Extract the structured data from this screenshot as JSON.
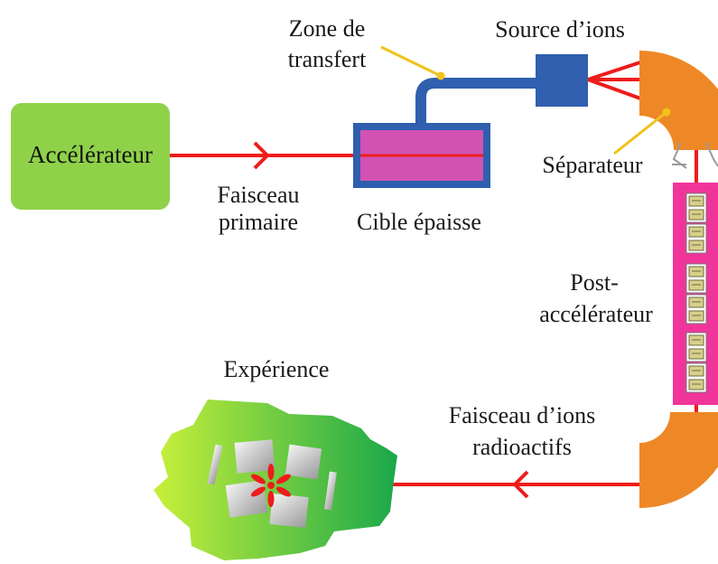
{
  "labels": {
    "accelerator": "Accélérateur",
    "primary_beam_line1": "Faisceau",
    "primary_beam_line2": "primaire",
    "thick_target": "Cible épaisse",
    "transfer_zone_line1": "Zone de",
    "transfer_zone_line2": "transfert",
    "ion_source": "Source d’ions",
    "separator": "Séparateur",
    "post_accel_line1": "Post-",
    "post_accel_line2": "accélérateur",
    "experiment": "Expérience",
    "radioactive_beam_line1": "Faisceau d’ions",
    "radioactive_beam_line2": "radioactifs"
  },
  "colors": {
    "beam": "#ee1c1c",
    "accelerator": "#8fd24a",
    "target_frame": "#2f5fae",
    "target_fill": "#d252b4",
    "transfer_pipe": "#2f5fae",
    "source": "#2f5fae",
    "separator": "#ee8826",
    "post_accelerator": "#f0359a",
    "pointer": "#f0c21c",
    "experiment_gradient_start": "#c8f03a",
    "experiment_gradient_end": "#1aa84a"
  },
  "icons": {
    "beam_direction": "arrowhead",
    "cavity": "accelerating-cavity"
  }
}
